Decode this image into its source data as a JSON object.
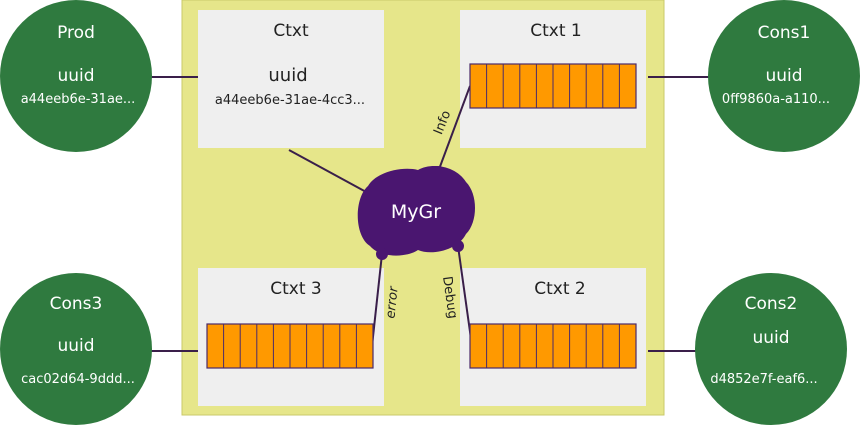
{
  "colors": {
    "background": "#ffffff",
    "panel": "#e6e68a",
    "panel_border": "#c9c96a",
    "context_box": "#efefef",
    "node": "#2f7a3f",
    "node_text": "#ffffff",
    "group": "#4a1670",
    "group_text": "#ffffff",
    "queue_fill": "#ff9900",
    "queue_border": "#4a2a6a",
    "line": "#3a1f4a",
    "text": "#222222"
  },
  "nodes": {
    "prod": {
      "title": "Prod",
      "uuid_label": "uuid",
      "uuid": "a44eeb6e-31ae..."
    },
    "cons1": {
      "title": "Cons1",
      "uuid_label": "uuid",
      "uuid": "0ff9860a-a110..."
    },
    "cons2": {
      "title": "Cons2",
      "uuid_label": "uuid",
      "uuid": "d4852e7f-eaf6..."
    },
    "cons3": {
      "title": "Cons3",
      "uuid_label": "uuid",
      "uuid": "cac02d64-9ddd..."
    }
  },
  "contexts": {
    "ctxt": {
      "title": "Ctxt",
      "uuid_label": "uuid",
      "uuid": "a44eeb6e-31ae-4cc3..."
    },
    "ctxt1": {
      "title": "Ctxt 1"
    },
    "ctxt2": {
      "title": "Ctxt 2"
    },
    "ctxt3": {
      "title": "Ctxt 3"
    }
  },
  "group": {
    "label": "MyGr"
  },
  "edges": {
    "info": "Info",
    "debug": "Debug",
    "error": "error"
  }
}
